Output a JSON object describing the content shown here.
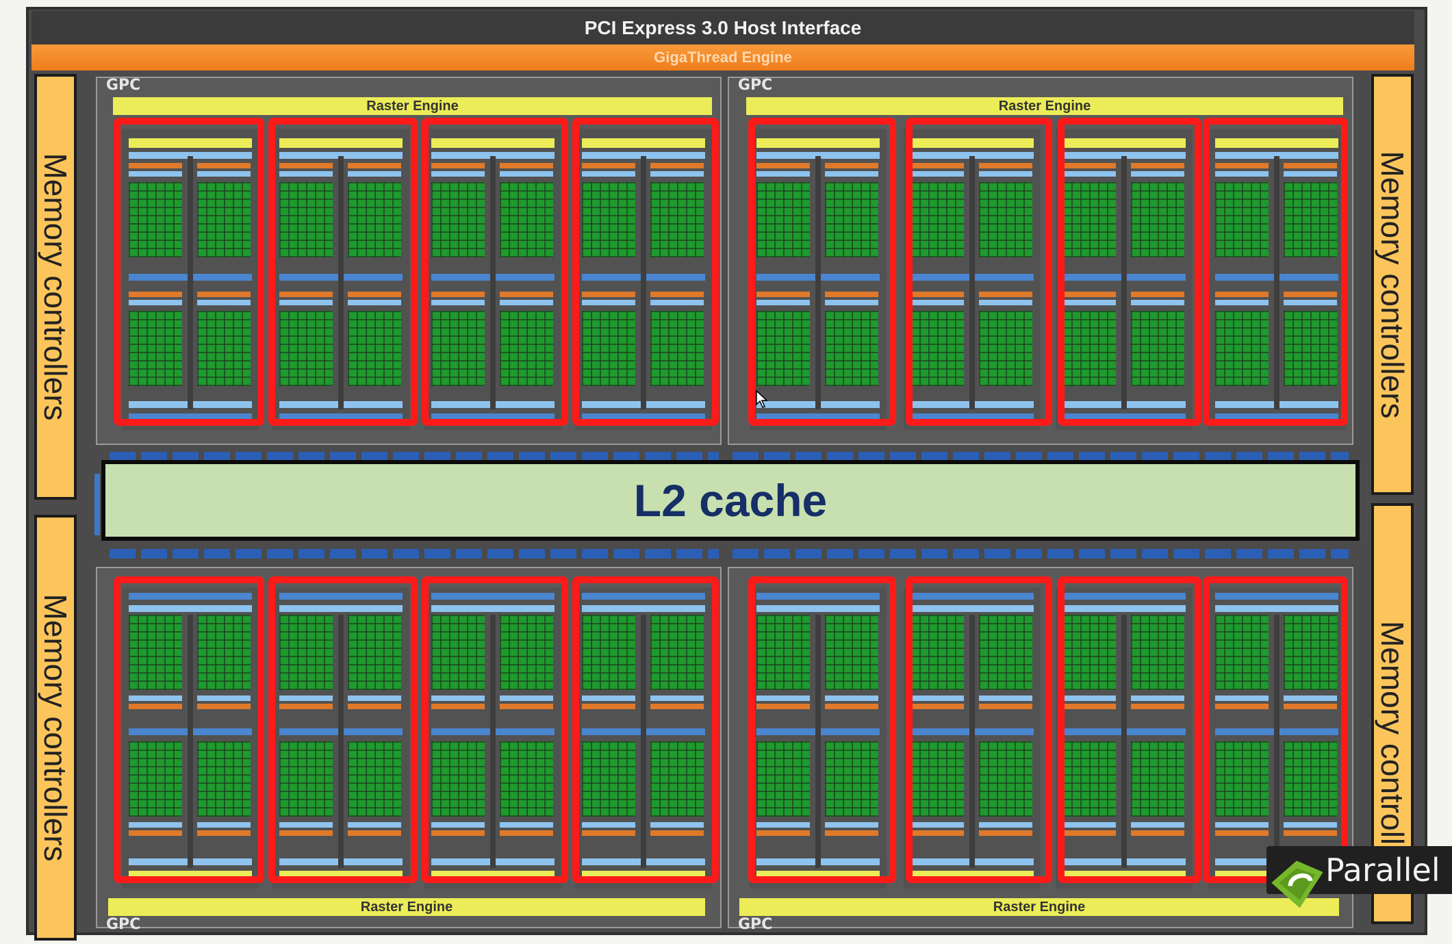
{
  "header": {
    "pcie_label": "PCI Express 3.0 Host Interface",
    "gigathread_label": "GigaThread Engine"
  },
  "memory_controllers": {
    "label": "Memory controllers",
    "label_bottom_right": "Memory controller"
  },
  "gpcs": {
    "top_left": {
      "label": "GPC",
      "raster_label": "Raster Engine"
    },
    "top_right": {
      "label": "GPC",
      "raster_label": "Raster Engine"
    },
    "bottom_left": {
      "label": "GPC",
      "raster_label": "Raster Engine"
    },
    "bottom_right": {
      "label": "GPC",
      "raster_label": "Raster Engine"
    }
  },
  "l2": {
    "label": "L2 cache"
  },
  "watermark": {
    "text": "Parallel"
  },
  "colors": {
    "highlight": "#ff1a1a",
    "gigathread": "#ef7d1c",
    "memory_controller": "#fcc55c",
    "l2_cache": "#c8e0b0",
    "core": "#1e9a2e"
  }
}
